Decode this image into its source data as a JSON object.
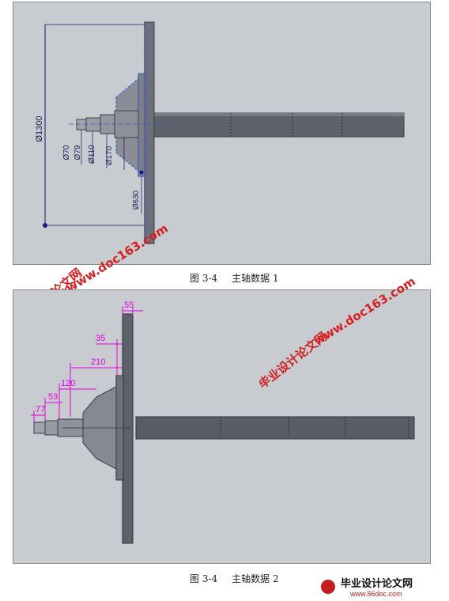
{
  "figure1": {
    "caption_number": "图 3-4",
    "caption_text": "主轴数据 1",
    "dimensions": [
      "Ø1300",
      "Ø70",
      "Ø79",
      "Ø110",
      "Ø170",
      "Ø630"
    ]
  },
  "figure2": {
    "caption_number": "图 3-4",
    "caption_text": "主轴数据 2",
    "dimensions": [
      "55",
      "35",
      "210",
      "120",
      "53",
      "77"
    ]
  },
  "watermarks": {
    "site_name": "毕业设计论文网",
    "site_url": "www.doc163.com"
  },
  "footer": {
    "logo_name": "毕业设计论文网",
    "logo_url": "www.56doc.com"
  },
  "colors": {
    "panel_bg": "#c8cbd0",
    "shaft": "#5c5f68",
    "dimension_dark": "#1a1a5a",
    "dimension_magenta": "#e000e0",
    "watermark_red": "#d42020"
  }
}
